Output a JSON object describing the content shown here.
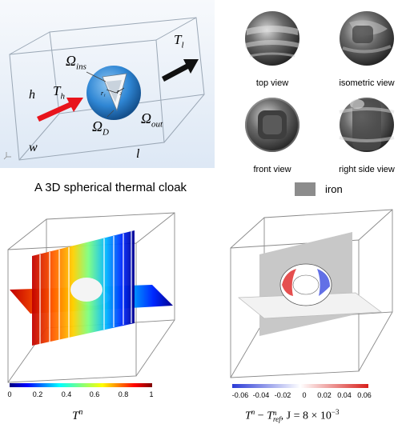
{
  "top_left": {
    "caption": "A 3D spherical thermal cloak",
    "labels": {
      "omega_ins_main": "Ω",
      "omega_ins_sub": "ins",
      "omega_d_main": "Ω",
      "omega_d_sub": "D",
      "omega_out_main": "Ω",
      "omega_out_sub": "out",
      "t_h_main": "T",
      "t_h_sub": "h",
      "t_l_main": "T",
      "t_l_sub": "l",
      "h": "h",
      "w": "w",
      "l": "l",
      "r1": "r₁",
      "r2": "r₂"
    }
  },
  "top_right": {
    "views": [
      "top view",
      "isometric view",
      "front view",
      "right side view"
    ],
    "legend": "iron"
  },
  "bottom_left": {
    "colorbar_ticks": [
      "0",
      "0.2",
      "0.4",
      "0.6",
      "0.8",
      "1"
    ],
    "label_main": "T",
    "label_sup": "n"
  },
  "bottom_right": {
    "colorbar_ticks": [
      "-0.06",
      "-0.04",
      "-0.02",
      "0",
      "0.02",
      "0.04",
      "0.06"
    ],
    "label": "Tⁿ − Tⁿ_ref, J = 8 × 10⁻³",
    "label_parts": {
      "t": "T",
      "n1": "n",
      "minus": " − ",
      "t2": "T",
      "n2": "n",
      "ref": "ref",
      "rest": ", J = 8 × 10",
      "exp": "−3"
    }
  },
  "colors": {
    "sphere_blue": "#3a8fd8",
    "hot_arrow": "#e8141c",
    "cold_arrow": "#111111",
    "iron_gray": "#8c8c8c"
  }
}
